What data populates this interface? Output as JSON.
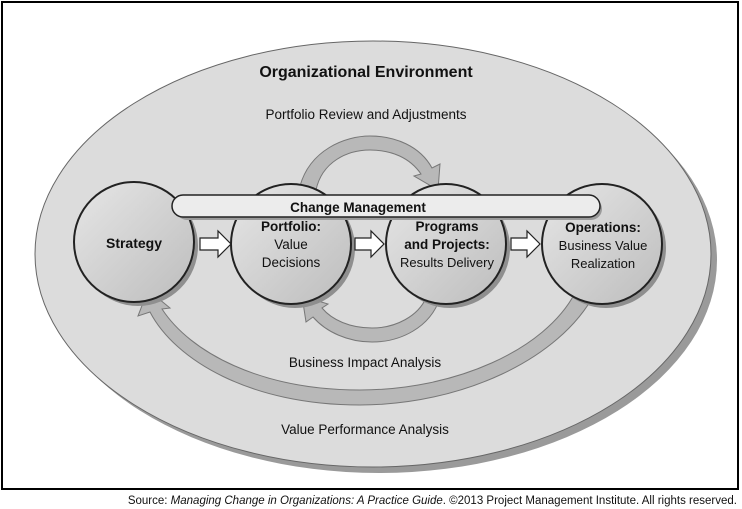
{
  "diagram": {
    "title": "Organizational Environment",
    "top_loop_label": "Portfolio Review and Adjustments",
    "inner_bottom_loop_label": "Business Impact Analysis",
    "outer_loop_label": "Value Performance Analysis",
    "banner_label": "Change Management",
    "nodes": [
      {
        "id": "strategy",
        "lines": [
          "Strategy"
        ]
      },
      {
        "id": "portfolio",
        "lines": [
          "Portfolio:",
          "Value",
          "Decisions"
        ]
      },
      {
        "id": "programs",
        "lines": [
          "Programs",
          "and Projects:",
          "Results Delivery"
        ]
      },
      {
        "id": "operations",
        "lines": [
          "Operations:",
          "Business Value",
          "Realization"
        ]
      }
    ]
  },
  "source": {
    "prefix": "Source: ",
    "title": "Managing Change in Organizations: A Practice Guide",
    "suffix": ". ©2013 Project Management Institute. All rights reserved."
  },
  "colors": {
    "environment_fill": "#dcdcdc",
    "loop_fill": "#b8b8b8",
    "node_fill": "#d2d2d2",
    "banner_fill": "#ececec",
    "stroke": "#222222"
  }
}
